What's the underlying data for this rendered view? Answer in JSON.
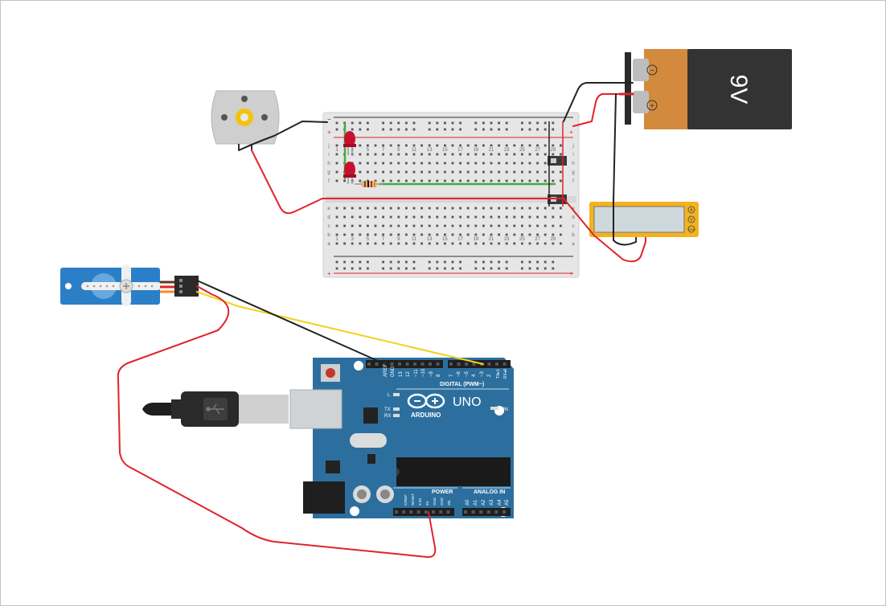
{
  "battery": {
    "label": "9V",
    "minus": "−",
    "plus": "+"
  },
  "breadboard": {
    "row_letters_top": [
      "j",
      "i",
      "h",
      "g",
      "f"
    ],
    "row_letters_bottom": [
      "e",
      "d",
      "c",
      "b",
      "a"
    ],
    "column_numbers": [
      "1",
      "3",
      "5",
      "7",
      "9",
      "11",
      "13",
      "15",
      "17",
      "19",
      "21",
      "23",
      "25",
      "27",
      "29"
    ],
    "rail_plus": "+",
    "rail_minus": "−"
  },
  "multimeter": {
    "terminals": [
      "A",
      "V",
      "COM"
    ]
  },
  "arduino": {
    "brand": "ARDUINO",
    "model": "UNO",
    "digital_header": "DIGITAL (PWM~)",
    "power_header": "POWER",
    "analog_header": "ANALOG IN",
    "on_label": "ON",
    "l_label": "L",
    "tx_label": "TX",
    "rx_label": "RX",
    "top_pins": [
      "AREF",
      "GND",
      "13",
      "12",
      "~11",
      "~10",
      "~9",
      "8",
      "7",
      "~6",
      "~5",
      "4",
      "~3",
      "2",
      "TX▸1",
      "RX◂0"
    ],
    "power_pins": [
      "IOREF",
      "RESET",
      "3.3V",
      "5V",
      "GND",
      "GND",
      "Vin"
    ],
    "analog_pins": [
      "A0",
      "A1",
      "A2",
      "A3",
      "A4",
      "A5"
    ]
  },
  "colors": {
    "wire_red": "#e0232a",
    "wire_black": "#222222",
    "wire_yellow": "#f2d21b",
    "wire_green": "#3cb043",
    "arduino_blue": "#2c6f9e",
    "battery_orange": "#d48a3c",
    "multimeter_yellow": "#f4b21f",
    "servo_blue": "#2b7fc7"
  }
}
